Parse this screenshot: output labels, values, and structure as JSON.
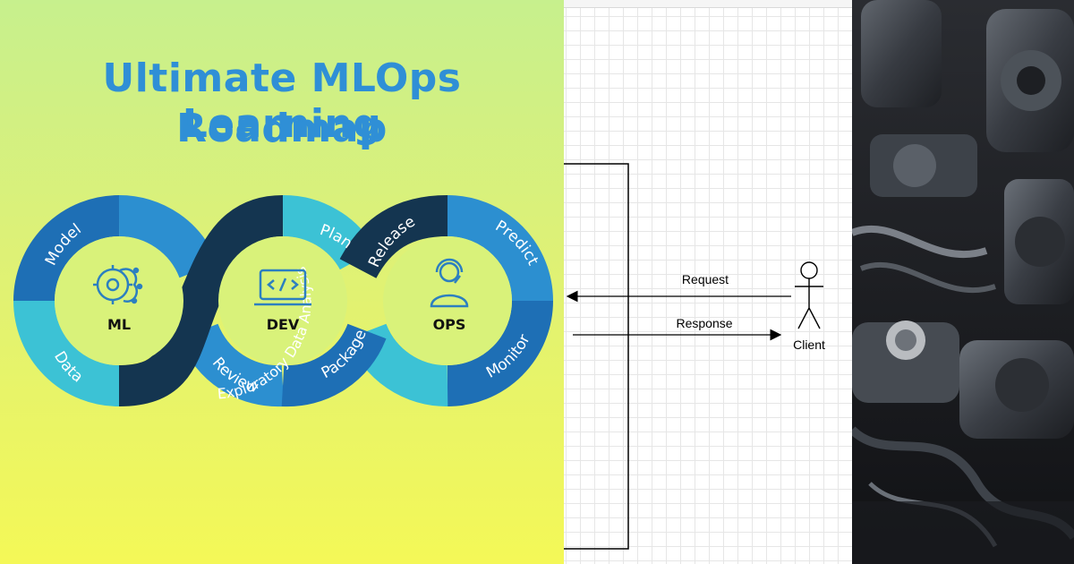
{
  "roadmap": {
    "title_line1": "Ultimate MLOps Learning",
    "title_line2": "Roadmap",
    "hubs": [
      {
        "label": "ML",
        "icon": "brain-gear-icon"
      },
      {
        "label": "DEV",
        "icon": "laptop-code-icon"
      },
      {
        "label": "OPS",
        "icon": "headset-person-icon"
      }
    ],
    "segments": {
      "model": "Model",
      "data": "Data",
      "eda": "Exploratory  Data Analysis",
      "plan": "Plan",
      "review": "Review",
      "release": "Release",
      "package": "Package",
      "predict": "Predict",
      "monitor": "Monitor"
    },
    "colors": {
      "dark_navy": "#143550",
      "blue": "#2c8fd0",
      "deep_blue": "#1e6fb5",
      "cyan": "#3cc2d5",
      "title": "#2f8fd6"
    }
  },
  "diagram": {
    "request_label": "Request",
    "response_label": "Response",
    "actor_label": "Client"
  },
  "photo": {
    "subject": "engine-machinery-photo"
  }
}
